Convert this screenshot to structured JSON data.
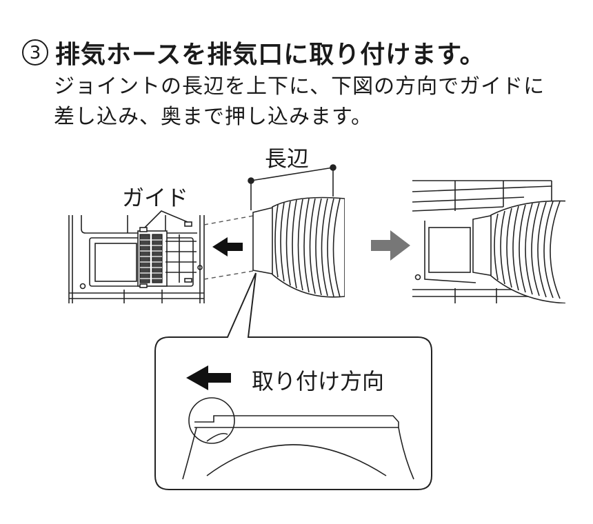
{
  "step": {
    "number": "3",
    "title": "排気ホースを排気口に取り付けます。"
  },
  "description": {
    "line1": "ジョイントの長辺を上下に、下図の方向でガイドに",
    "line2": "差し込み、奥まで押し込みます。"
  },
  "labels": {
    "long_side": "長辺",
    "guide": "ガイド",
    "direction": "取り付け方向"
  }
}
